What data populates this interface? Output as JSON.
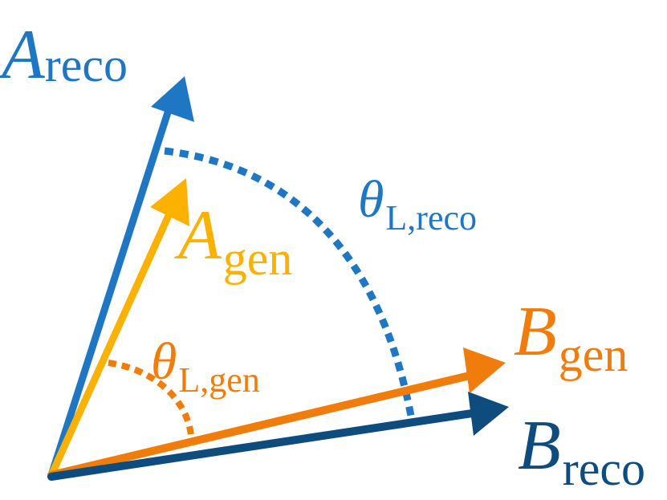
{
  "labels": {
    "a_reco": {
      "main": "A",
      "sub": "reco"
    },
    "a_gen": {
      "main": "A",
      "sub": "gen"
    },
    "b_gen": {
      "main": "B",
      "sub": "gen"
    },
    "b_reco": {
      "main": "B",
      "sub": "reco"
    },
    "theta_reco": {
      "main": "θ",
      "sub": "L,reco"
    },
    "theta_gen": {
      "main": "θ",
      "sub": "L,gen"
    }
  },
  "colors": {
    "reco_a": "#1f77c4",
    "gen_a": "#fbb100",
    "gen_b": "#f07d0b",
    "reco_b": "#0e4c7e"
  }
}
